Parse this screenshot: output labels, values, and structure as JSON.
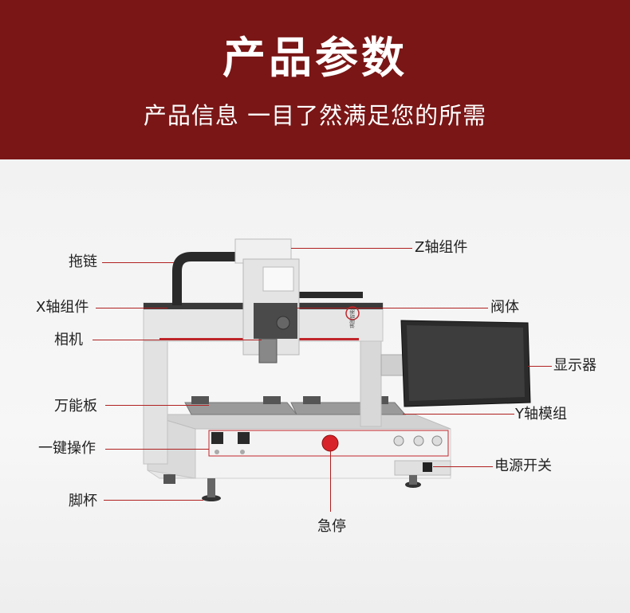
{
  "header": {
    "title": "产品参数",
    "subtitle": "产品信息 一目了然满足您的所需"
  },
  "labels": {
    "drag_chain": "拖链",
    "x_axis": "X轴组件",
    "camera": "相机",
    "universal_plate": "万能板",
    "one_key": "一键操作",
    "foot_cup": "脚杯",
    "z_axis": "Z轴组件",
    "valve": "阀体",
    "display": "显示器",
    "y_axis": "Y轴模组",
    "power": "电源开关",
    "estop": "急停"
  },
  "brand": {
    "name": "琪胜智能",
    "sub": "QISHENG INTELLIGENCE"
  },
  "colors": {
    "header_bg": "#7a1616",
    "leader_line": "#b02020",
    "estop": "#d8232a"
  }
}
